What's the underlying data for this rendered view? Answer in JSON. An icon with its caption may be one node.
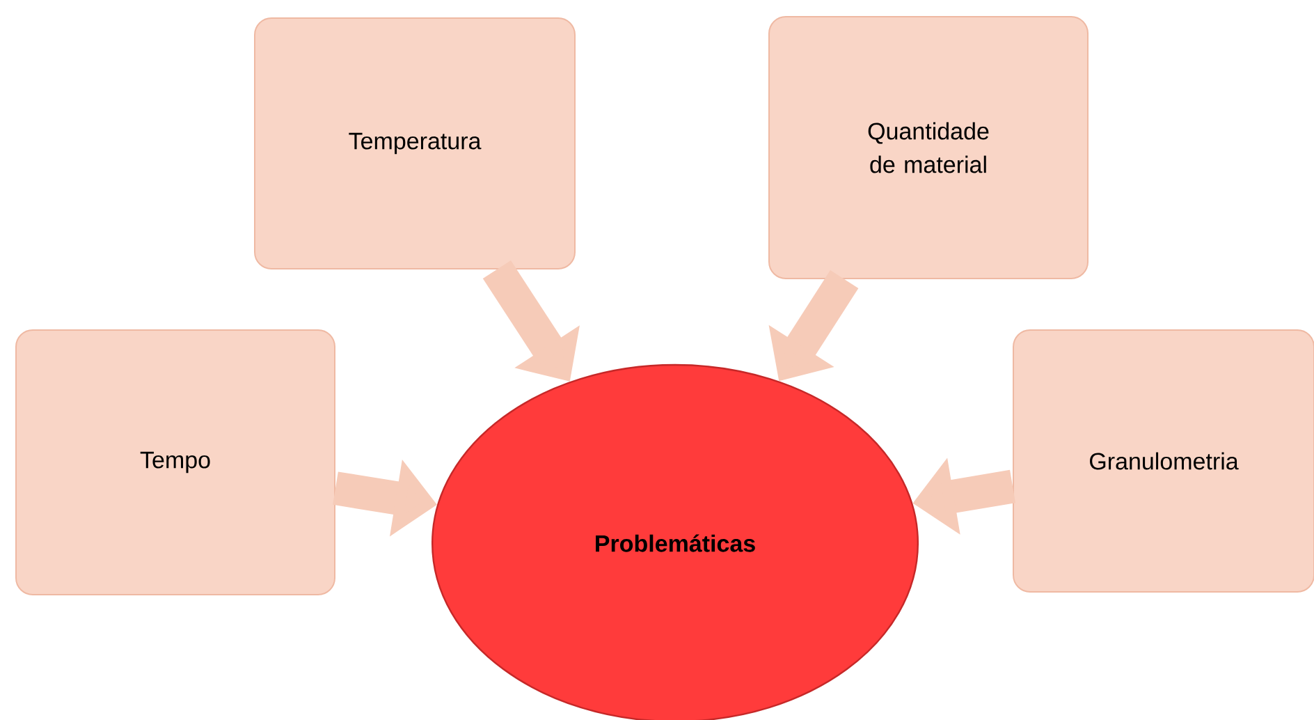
{
  "diagram": {
    "nodes": [
      {
        "text": [
          "Temperatura"
        ]
      },
      {
        "text": [
          "Quantidade de material"
        ]
      },
      {
        "text": [
          "Tempo"
        ]
      },
      {
        "text": [
          "Problemáticas"
        ]
      },
      {
        "text": [
          "Granulometria"
        ]
      }
    ],
    "edges": [
      {
        "from": 0,
        "to": 3,
        "arrow": "to"
      },
      {
        "from": 1,
        "to": 3,
        "arrow": "to"
      },
      {
        "from": 2,
        "to": 3,
        "arrow": "to"
      },
      {
        "from": 4,
        "to": 3,
        "arrow": "to"
      }
    ]
  }
}
